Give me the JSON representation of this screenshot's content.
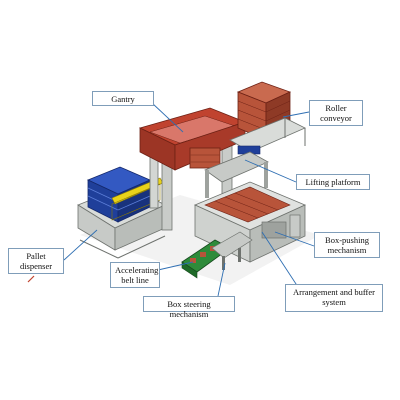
{
  "figure": {
    "labels": {
      "gantry": "Gantry",
      "roller_conveyor": "Roller\nconveyor",
      "lifting_platform": "Lifting platform",
      "box_pushing": "Box-pushing\nmechanism",
      "pallet_dispenser": "Pallet\ndispenser",
      "accelerating_belt": "Accelerating\nbelt line",
      "box_steering": "Box steering mechanism",
      "arrangement_buffer": "Arrangement and buffer\nsystem"
    },
    "colors": {
      "callout_border": "#7f9db9",
      "lead_line": "#2f6fb3",
      "frame_grey": "#b9bdb9",
      "frame_dark": "#6e726e",
      "brick_red": "#b8543a",
      "brick_dark": "#8e3a26",
      "gantry_red": "#c0432f",
      "pallet_blue": "#1f3f9a",
      "safety_yellow": "#e8d21a",
      "belt_green": "#2e8b3a"
    }
  }
}
